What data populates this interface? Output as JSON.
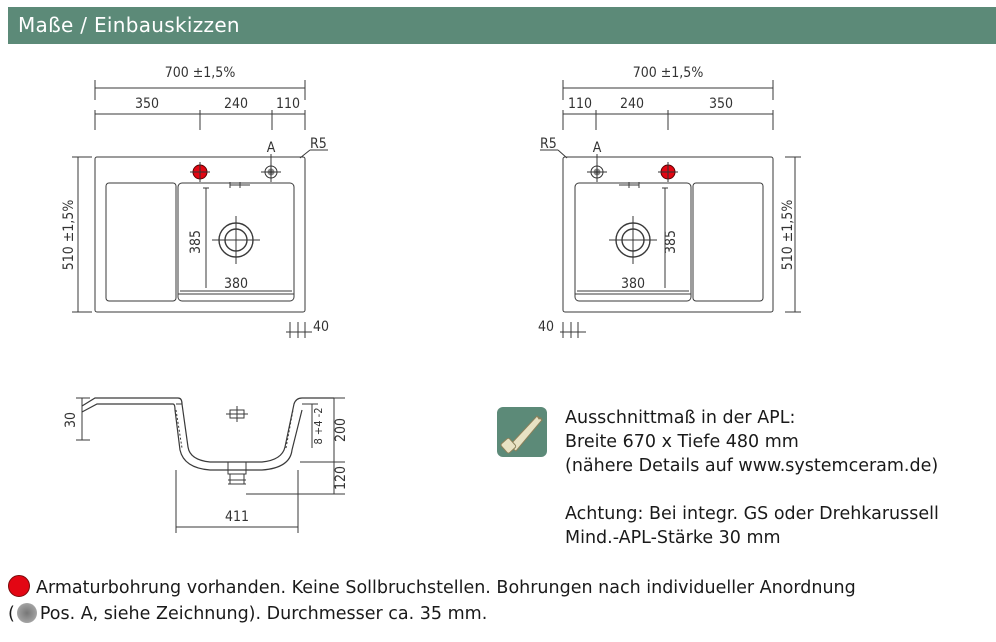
{
  "header": {
    "title": "Maße / Einbauskizzen"
  },
  "drawing": {
    "left": {
      "total_width": "700 ±1,5%",
      "dim_a": "350",
      "dim_b": "240",
      "dim_c": "110",
      "height": "510 ±1,5%",
      "bowl_height": "385",
      "bowl_width": "380",
      "radius": "R5",
      "position_label": "A",
      "offset": "40"
    },
    "right": {
      "total_width": "700 ±1,5%",
      "dim_a": "110",
      "dim_b": "240",
      "dim_c": "350",
      "height": "510 ±1,5%",
      "bowl_height": "385",
      "bowl_width": "380",
      "radius": "R5",
      "position_label": "A",
      "offset": "40"
    },
    "section": {
      "rim": "30",
      "depth": "200",
      "outlet": "120",
      "bowl_width": "411",
      "tolerance": "8 +4 -2"
    }
  },
  "info": {
    "line1": "Ausschnittmaß in der APL:",
    "line2": "Breite 670 x Tiefe 480 mm",
    "line3": "(nähere Details auf www.systemceram.de)",
    "line4": "Achtung: Bei integr. GS oder Drehkarussell",
    "line5": "Mind.-APL-Stärke 30 mm"
  },
  "footer": {
    "line1": "Armaturbohrung vorhanden. Keine Sollbruchstellen. Bohrungen nach individueller Anordnung",
    "line2_prefix": "(",
    "line2_rest": "Pos. A, siehe Zeichnung). Durchmesser ca. 35 mm."
  },
  "icons": {
    "hole_marker": "red-dot-icon",
    "position_marker": "grey-dot-icon",
    "saw": "saw-icon"
  },
  "colors": {
    "header": "#5c8a78",
    "hole": "#e30613"
  }
}
